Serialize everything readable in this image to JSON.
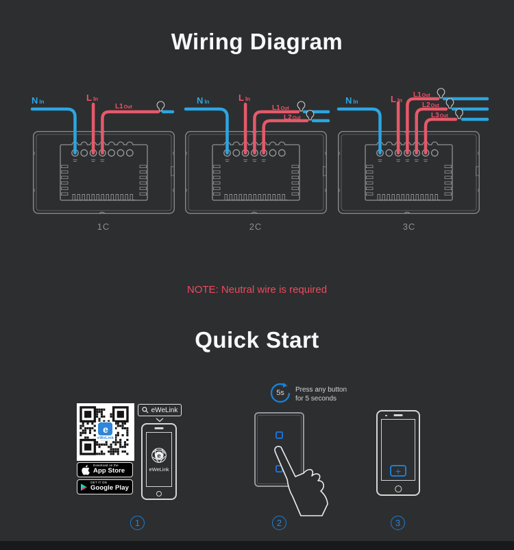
{
  "wiring": {
    "title": "Wiring Diagram",
    "note": "NOTE: Neutral wire is required",
    "wire_labels": {
      "n": {
        "main": "N",
        "sub": "In"
      },
      "l": {
        "main": "L",
        "sub": "In"
      },
      "l1": {
        "main": "L1",
        "sub": "Out"
      },
      "l2": {
        "main": "L2",
        "sub": "Out"
      },
      "l3": {
        "main": "L3",
        "sub": "Out"
      }
    },
    "captions": [
      "1C",
      "2C",
      "3C"
    ]
  },
  "quickstart": {
    "title": "Quick Start",
    "step1": {
      "search_label": "eWeLink",
      "qr_logo_letter": "e",
      "qr_logo_caption": "eWeLink",
      "phone_app_letter": "e",
      "phone_app_label": "eWeLink",
      "badges": [
        {
          "line1": "Download on the",
          "line2": "App Store"
        },
        {
          "line1": "GET IT ON",
          "line2": "Google Play"
        }
      ]
    },
    "step2": {
      "timer": "5s",
      "instruction_line1": "Press any button",
      "instruction_line2": "for 5 seconds"
    },
    "step3": {
      "plus": "+"
    },
    "step_numbers": [
      "1",
      "2",
      "3"
    ]
  },
  "colors": {
    "background": "#2c2e30",
    "wire_blue": "#2ba6e0",
    "wire_red": "#e5596b",
    "label_red": "#ef5168",
    "note_red": "#ef4a5e",
    "accent_blue": "#1b7fd6",
    "outline_gray": "#8f9193"
  }
}
